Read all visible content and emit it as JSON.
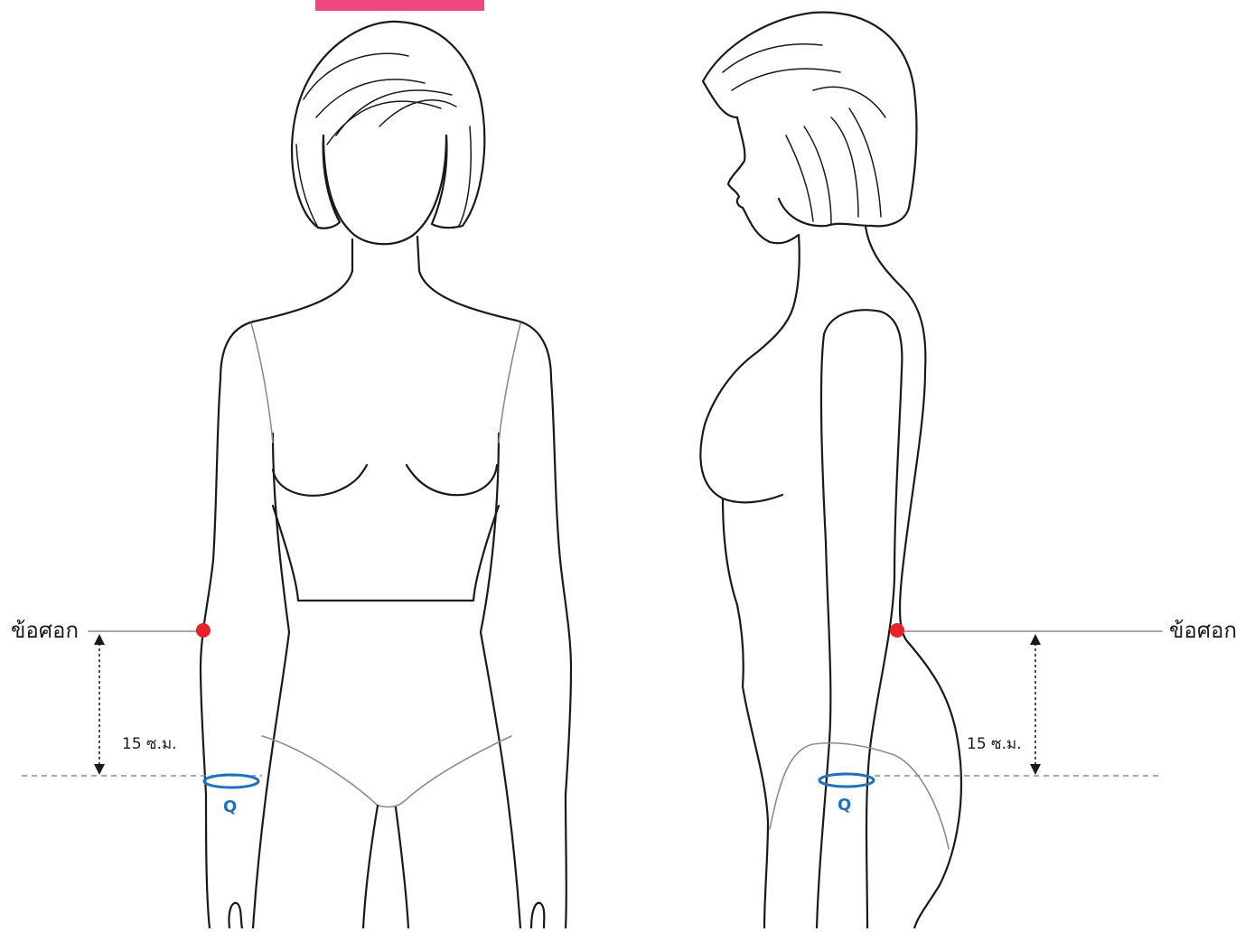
{
  "diagram": {
    "elbow_label_left": "ข้อศอก",
    "elbow_label_right": "ข้อศอก",
    "distance_label_left": "15 ซ.ม.",
    "distance_label_right": "15 ซ.ม.",
    "measure_label_left": "Q",
    "measure_label_right": "Q"
  },
  "colors": {
    "accent_tab": "#ee4780",
    "elbow_marker": "#e8202a",
    "measure_ring": "#1d72c0",
    "outline": "#1a1a1a",
    "guide": "#8c8c8c"
  }
}
